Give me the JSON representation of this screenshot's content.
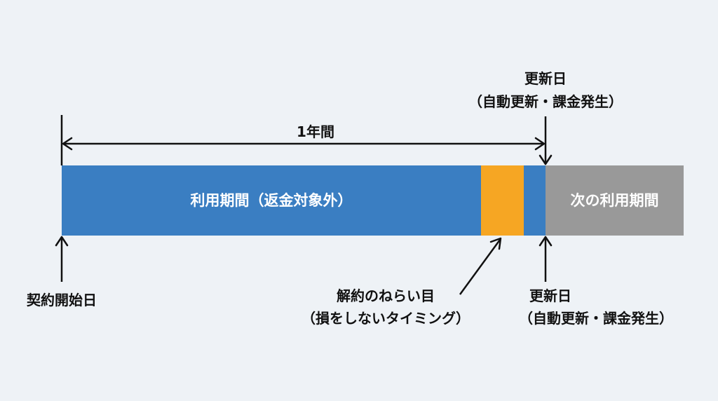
{
  "colors": {
    "background": "#eef2f6",
    "usage_period": "#3a7ec2",
    "cancel_timing": "#f6a623",
    "next_period": "#999999",
    "text": "#111111",
    "bar_text": "#ffffff"
  },
  "top_renewal": {
    "title": "更新日",
    "subtitle": "（自動更新・課金発生）"
  },
  "span_label": "1年間",
  "bar": {
    "usage_period_label": "利用期間（返金対象外）",
    "next_period_label": "次の利用期間"
  },
  "contract_start_label": "契約開始日",
  "cancel_timing": {
    "title": "解約のねらい目",
    "subtitle": "（損をしないタイミング）"
  },
  "bottom_renewal": {
    "title": "更新日",
    "subtitle": "（自動更新・課金発生）"
  }
}
